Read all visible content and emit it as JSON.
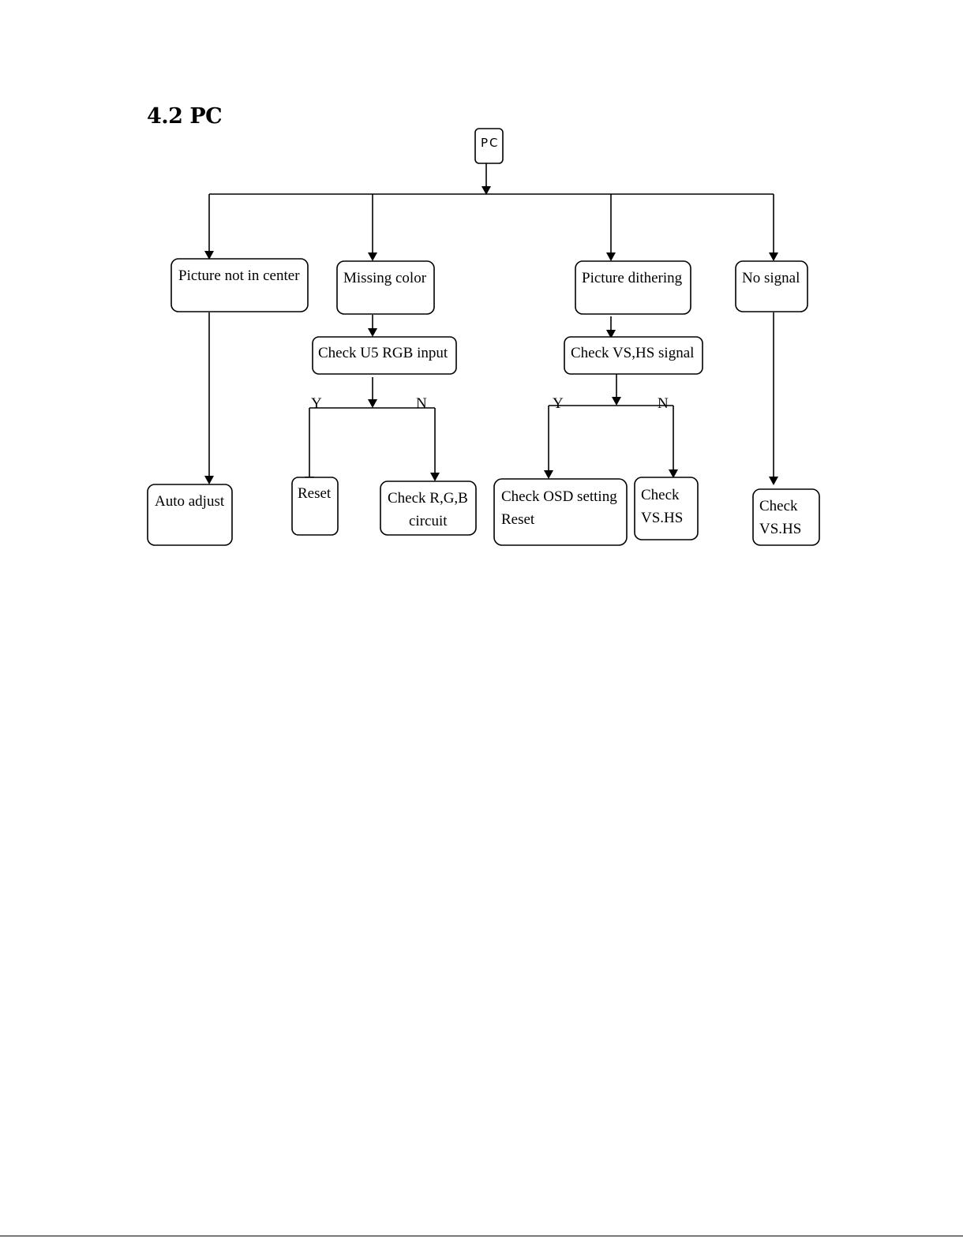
{
  "heading": "4.2 PC",
  "nodes": {
    "root": "PC",
    "picture_not_in_center": "Picture not in center",
    "missing_color": "Missing color",
    "picture_dithering": "Picture dithering",
    "no_signal": "No signal",
    "check_u5_rgb_input": "Check U5 RGB input",
    "check_vs_hs_signal": "Check VS,HS signal",
    "auto_adjust": "Auto adjust",
    "reset": "Reset",
    "check_rgb_circuit": [
      "Check R,G,B",
      "circuit"
    ],
    "check_osd_setting_reset": [
      "Check OSD setting",
      "Reset"
    ],
    "check_vs_hs_1": [
      "Check",
      "VS.HS"
    ],
    "check_vs_hs_2": [
      "Check",
      "VS.HS"
    ]
  },
  "branch_labels": {
    "yes": "Y",
    "no": "N"
  }
}
